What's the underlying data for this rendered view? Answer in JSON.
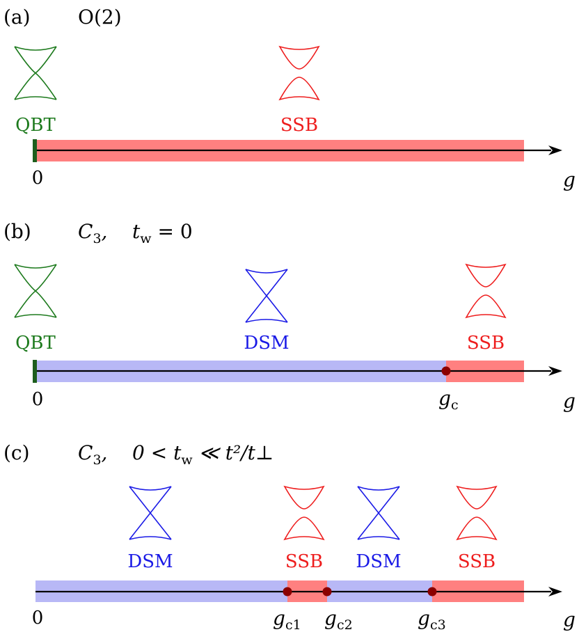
{
  "colors": {
    "green": "#1d7a1d",
    "red": "#ee1c1c",
    "blue": "#1a1ae6",
    "red_band": "#ff8080",
    "blue_band": "#b8b8f6",
    "axis": "#000000",
    "point": "#8b0000"
  },
  "panels": [
    {
      "label": "(a)",
      "title": "O(2)",
      "origin": "0",
      "axis_var": "g",
      "phases": [
        {
          "name": "QBT",
          "icon": "quadratic-band-touching-icon",
          "color": "green"
        },
        {
          "name": "SSB",
          "icon": "gapped-bands-icon",
          "color": "red"
        }
      ],
      "critical_points": []
    },
    {
      "label": "(b)",
      "title_sym": "C",
      "title_sub": "3",
      "title_rest": ",    t",
      "title_rest_sub": "w",
      "title_tail": " = 0",
      "origin": "0",
      "axis_var": "g",
      "phases": [
        {
          "name": "QBT",
          "icon": "quadratic-band-touching-icon",
          "color": "green"
        },
        {
          "name": "DSM",
          "icon": "dirac-cone-icon",
          "color": "blue"
        },
        {
          "name": "SSB",
          "icon": "gapped-bands-icon",
          "color": "red"
        }
      ],
      "critical_points": [
        {
          "label": "g",
          "sub": "c"
        }
      ]
    },
    {
      "label": "(c)",
      "title_sym": "C",
      "title_sub": "3",
      "title_rest": ",    0 < t",
      "title_rest_sub": "w",
      "title_tail": " ≪ t²/t⊥",
      "origin": "0",
      "axis_var": "g",
      "phases": [
        {
          "name": "DSM",
          "icon": "dirac-cone-icon",
          "color": "blue"
        },
        {
          "name": "SSB",
          "icon": "gapped-bands-icon",
          "color": "red"
        },
        {
          "name": "DSM",
          "icon": "dirac-cone-icon",
          "color": "blue"
        },
        {
          "name": "SSB",
          "icon": "gapped-bands-icon",
          "color": "red"
        }
      ],
      "critical_points": [
        {
          "label": "g",
          "sub": "c1"
        },
        {
          "label": "g",
          "sub": "c2"
        },
        {
          "label": "g",
          "sub": "c3"
        }
      ]
    }
  ]
}
